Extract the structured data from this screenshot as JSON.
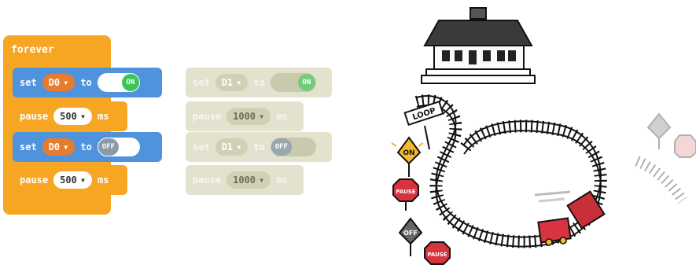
{
  "forever": {
    "label": "forever"
  },
  "set_word": "set",
  "to_word": "to",
  "pause_word": "pause",
  "ms_word": "ms",
  "left_stack": {
    "row1": {
      "pin": "D0",
      "state": "ON"
    },
    "row2": {
      "value": "500"
    },
    "row3": {
      "pin": "D0",
      "state": "OFF"
    },
    "row4": {
      "value": "500"
    }
  },
  "right_stack": {
    "row1": {
      "pin": "D1",
      "state": "ON"
    },
    "row2": {
      "value": "1000"
    },
    "row3": {
      "pin": "D1",
      "state": "OFF"
    },
    "row4": {
      "value": "1000"
    }
  },
  "illustration": {
    "loop_sign": "LOOP",
    "on_sign": "ON",
    "off_sign": "OFF",
    "pause_sign": "PAUSE"
  },
  "colors": {
    "orange": "#f6a623",
    "blue": "#4f93dd",
    "dropdown": "#e87c2e",
    "green": "#3fc45a",
    "gray_block": "#e3e2cf"
  }
}
